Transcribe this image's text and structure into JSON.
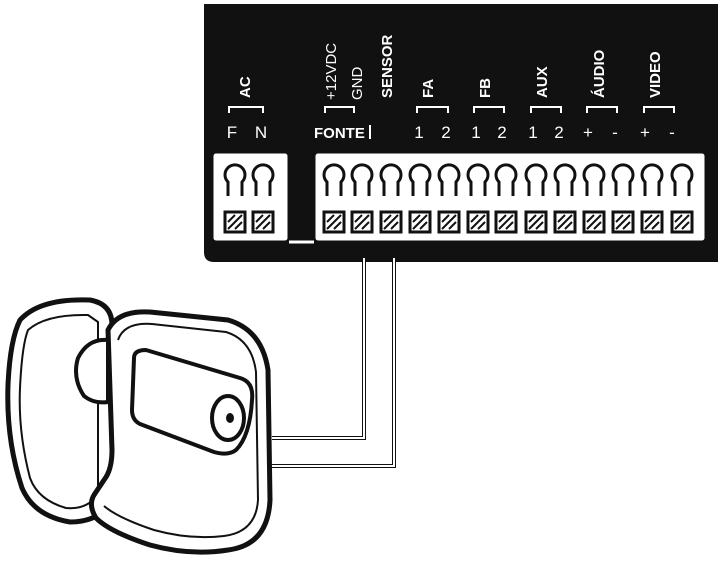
{
  "terminal_block": {
    "groups": [
      {
        "id": "ac",
        "label": "AC",
        "pins": [
          "F",
          "N"
        ]
      },
      {
        "id": "power-12vdc",
        "label": "+12VDC",
        "pins": []
      },
      {
        "id": "gnd",
        "label": "GND",
        "pins": []
      },
      {
        "id": "sensor",
        "label": "SENSOR",
        "pins": []
      },
      {
        "id": "fa",
        "label": "FA",
        "pins": [
          "1",
          "2"
        ]
      },
      {
        "id": "fb",
        "label": "FB",
        "pins": [
          "1",
          "2"
        ]
      },
      {
        "id": "aux",
        "label": "AUX",
        "pins": [
          "1",
          "2"
        ]
      },
      {
        "id": "audio",
        "label": "ÁUDIO",
        "pins": [
          "+",
          "-"
        ]
      },
      {
        "id": "video",
        "label": "VIDEO",
        "pins": [
          "+",
          "-"
        ]
      }
    ],
    "fonte_label": "FONTE"
  },
  "device": {
    "name": "sensor-device"
  },
  "colors": {
    "board": "#111111",
    "line": "#111111",
    "background": "#ffffff"
  }
}
